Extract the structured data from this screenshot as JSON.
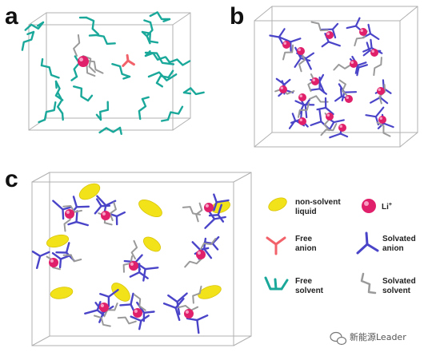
{
  "panels": {
    "a": "a",
    "b": "b",
    "c": "c"
  },
  "legend": {
    "nonsolvent_line1": "non-solvent",
    "nonsolvent_line2": "liquid",
    "li": "Li",
    "li_sup": "+",
    "free_anion_line1": "Free",
    "free_anion_line2": "anion",
    "solvated_anion_line1": "Solvated",
    "solvated_anion_line2": "anion",
    "free_solvent_line1": "Free",
    "free_solvent_line2": "solvent",
    "solvated_solvent_line1": "Solvated",
    "solvated_solvent_line2": "solvent"
  },
  "watermark": {
    "text": "新能源Leader"
  },
  "colors": {
    "box": "#b0b0b0",
    "free_solvent": "#1aa89a",
    "solvated_solvent": "#9a9a9a",
    "free_anion": "#f2626a",
    "solvated_anion": "#4a44c8",
    "li": "#e0206a",
    "nonsolvent": "#f2e21a"
  }
}
